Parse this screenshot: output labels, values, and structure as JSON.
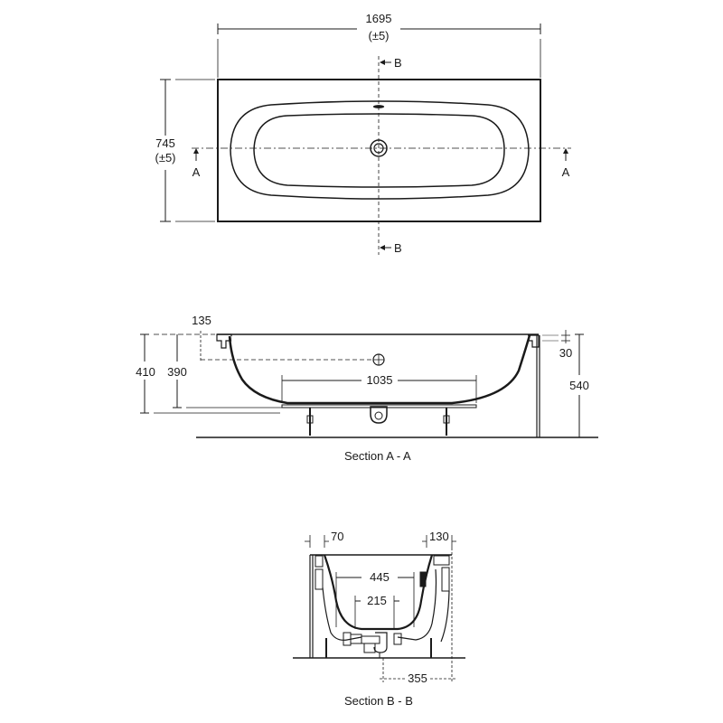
{
  "plan_view": {
    "overall_length": "1695",
    "overall_length_tol": "(±5)",
    "overall_width": "745",
    "overall_width_tol": "(±5)",
    "section_a_marker": "A",
    "section_b_marker": "B"
  },
  "section_aa": {
    "title": "Section A - A",
    "dim_rim_offset": "135",
    "dim_outer_height": "410",
    "dim_inner_depth": "390",
    "dim_floor_length": "1035",
    "dim_rim_thickness": "30",
    "dim_total_height": "540"
  },
  "section_bb": {
    "title": "Section B - B",
    "dim_left_rim": "70",
    "dim_right_rim": "130",
    "dim_floor_width": "445",
    "dim_waste_width": "215",
    "dim_waste_offset": "355"
  }
}
